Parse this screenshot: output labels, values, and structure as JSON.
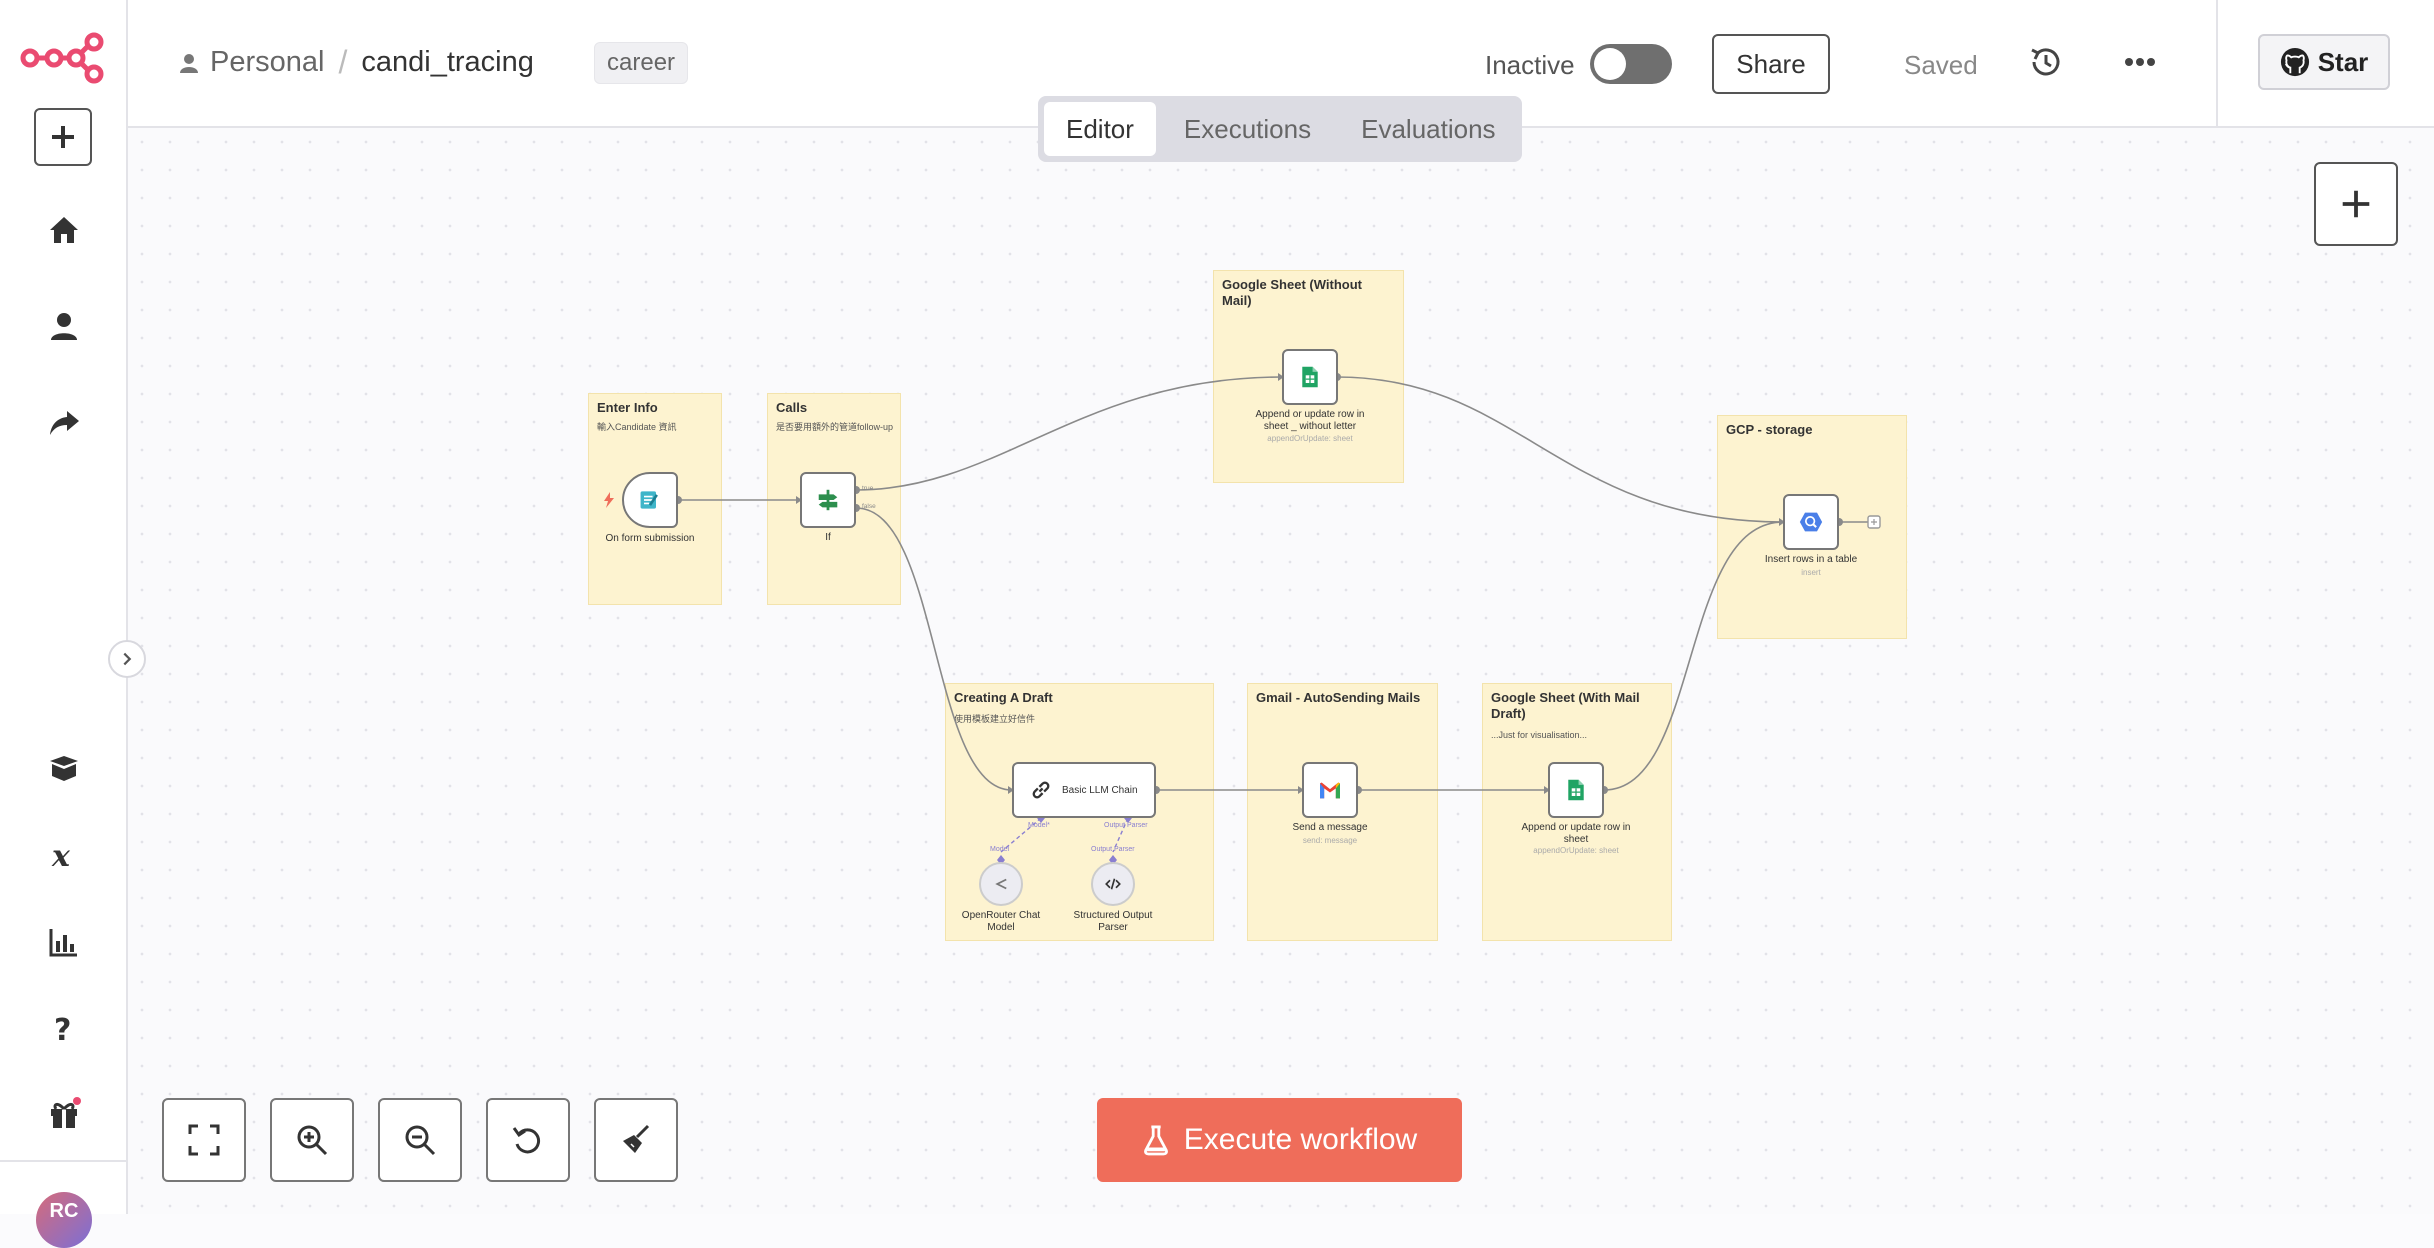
{
  "header": {
    "breadcrumb_root": "Personal",
    "workflow_name": "candi_tracing",
    "tag": "career",
    "active_label": "Inactive",
    "share_label": "Share",
    "saved_label": "Saved",
    "star_label": "Star"
  },
  "tabs": [
    {
      "label": "Editor",
      "active": true
    },
    {
      "label": "Executions",
      "active": false
    },
    {
      "label": "Evaluations",
      "active": false
    }
  ],
  "sidebar": {
    "icons": [
      "n8n-logo-icon",
      "add-icon",
      "home-icon",
      "user-icon",
      "share-icon",
      "templates-icon",
      "variables-icon",
      "insights-icon",
      "help-icon",
      "gift-icon"
    ],
    "avatar_initials": "RC"
  },
  "stickies": [
    {
      "title": "Enter Info",
      "subtitle": "輸入Candidate 資訊"
    },
    {
      "title": "Calls",
      "subtitle": "是否要用額外的管道follow-up"
    },
    {
      "title": "Google Sheet (Without Mail)",
      "subtitle": ""
    },
    {
      "title": "GCP - storage",
      "subtitle": ""
    },
    {
      "title": "Creating A Draft",
      "subtitle": "使用模板建立好信件"
    },
    {
      "title": "Gmail - AutoSending Mails",
      "subtitle": ""
    },
    {
      "title": "Google Sheet (With Mail Draft)",
      "subtitle": "...Just for visualisation..."
    }
  ],
  "nodes": {
    "form": {
      "label": "On form submission"
    },
    "if": {
      "label": "If",
      "true_label": "true",
      "false_label": "false"
    },
    "sheet_no_mail": {
      "label": "Append or update row in sheet _ without letter",
      "sub": "appendOrUpdate: sheet"
    },
    "gcp": {
      "label": "Insert rows in a table",
      "sub": "insert"
    },
    "llm": {
      "label": "Basic LLM Chain",
      "model_port": "Model*",
      "parser_port": "Output Parser"
    },
    "openrouter": {
      "label": "OpenRouter Chat Model",
      "port": "Model"
    },
    "parser": {
      "label": "Structured Output Parser",
      "port": "Output Parser"
    },
    "gmail": {
      "label": "Send a message",
      "sub": "send: message"
    },
    "sheet_mail": {
      "label": "Append or update row in sheet",
      "sub": "appendOrUpdate: sheet"
    }
  },
  "execute_label": "Execute workflow",
  "colors": {
    "accent": "#ef6d5a",
    "sticky": "#fdf3d0",
    "logo": "#ea4b71",
    "connector_purple": "#8a7fd0"
  }
}
